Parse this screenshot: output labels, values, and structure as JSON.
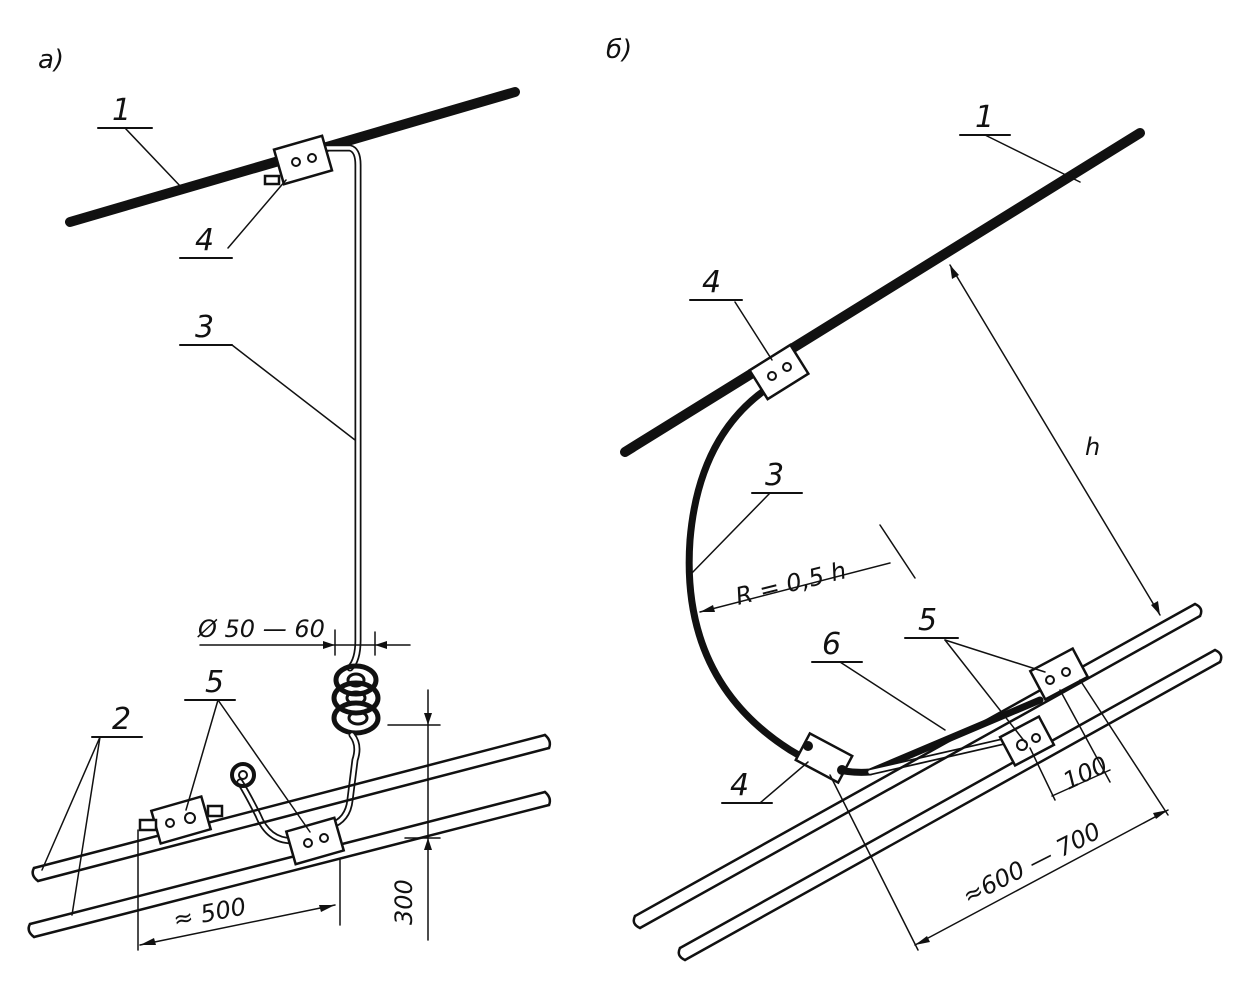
{
  "panels": [
    {
      "id": "a",
      "label": "а)"
    },
    {
      "id": "b",
      "label": "б)"
    }
  ],
  "callouts": {
    "a": {
      "c1": "1",
      "c2": "2",
      "c3": "3",
      "c4": "4",
      "c5": "5"
    },
    "b": {
      "c1": "1",
      "c3": "3",
      "c4_top": "4",
      "c4_bottom": "4",
      "c5": "5",
      "c6": "6"
    }
  },
  "dimensions": {
    "a": {
      "diameter": "Ø 50 — 60",
      "length": "≈ 500",
      "height": "300"
    },
    "b": {
      "h": "h",
      "radius": "R = 0,5 h",
      "offset": "100",
      "length": "≈600 — 700"
    }
  }
}
